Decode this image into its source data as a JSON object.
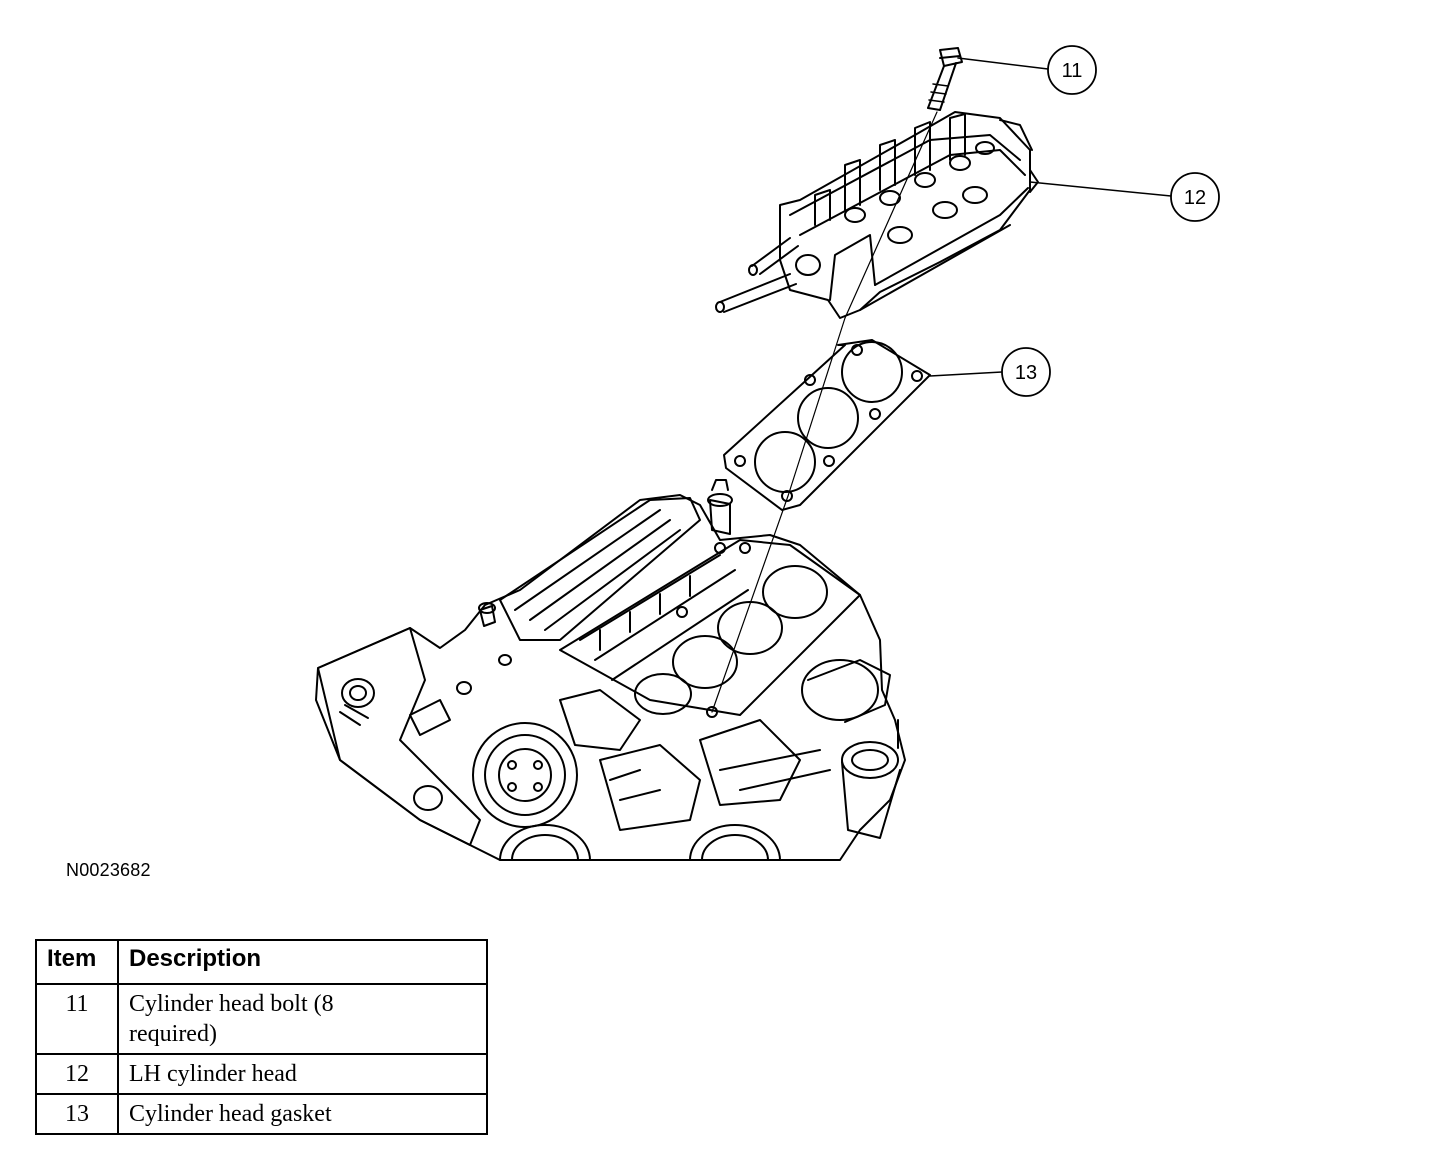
{
  "figure": {
    "id": "N0023682",
    "callouts": [
      {
        "label": "11"
      },
      {
        "label": "12"
      },
      {
        "label": "13"
      }
    ]
  },
  "legend": {
    "headers": {
      "item": "Item",
      "description": "Description"
    },
    "rows": [
      {
        "item": "11",
        "description": "Cylinder head bolt (8 required)"
      },
      {
        "item": "12",
        "description": "LH cylinder head"
      },
      {
        "item": "13",
        "description": "Cylinder head gasket"
      }
    ]
  }
}
